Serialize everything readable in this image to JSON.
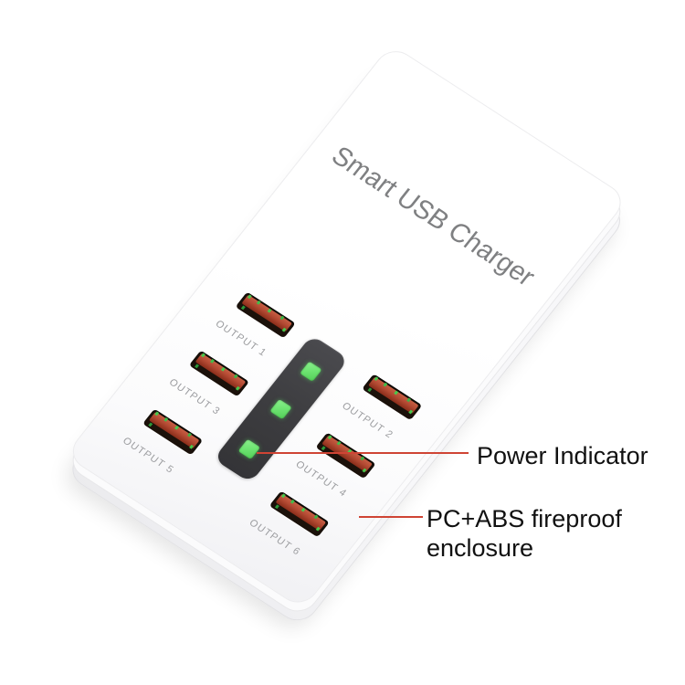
{
  "product": {
    "title": "Smart USB Charger",
    "ports": [
      {
        "label": "OUTPUT 1"
      },
      {
        "label": "OUTPUT 2"
      },
      {
        "label": "OUTPUT 3"
      },
      {
        "label": "OUTPUT 4"
      },
      {
        "label": "OUTPUT 5"
      },
      {
        "label": "OUTPUT 6"
      }
    ],
    "power_leds": {
      "count": 3,
      "state": "on"
    }
  },
  "annotations": {
    "power": {
      "label": "Power Indicator"
    },
    "enclosure": {
      "label": "PC+ABS fireproof enclosure"
    }
  },
  "colors": {
    "annotation_line": "#cf4434",
    "annotation_text": "#111111",
    "led_green": "#6fe573",
    "led_strip_dark": "#3e3e41",
    "usb_tongue_red": "#b34a33",
    "usb_slot_dark": "#1b110a",
    "title_gray": "#7f8082",
    "port_label_gray": "#9c9da0",
    "enclosure_white": "#ffffff"
  }
}
